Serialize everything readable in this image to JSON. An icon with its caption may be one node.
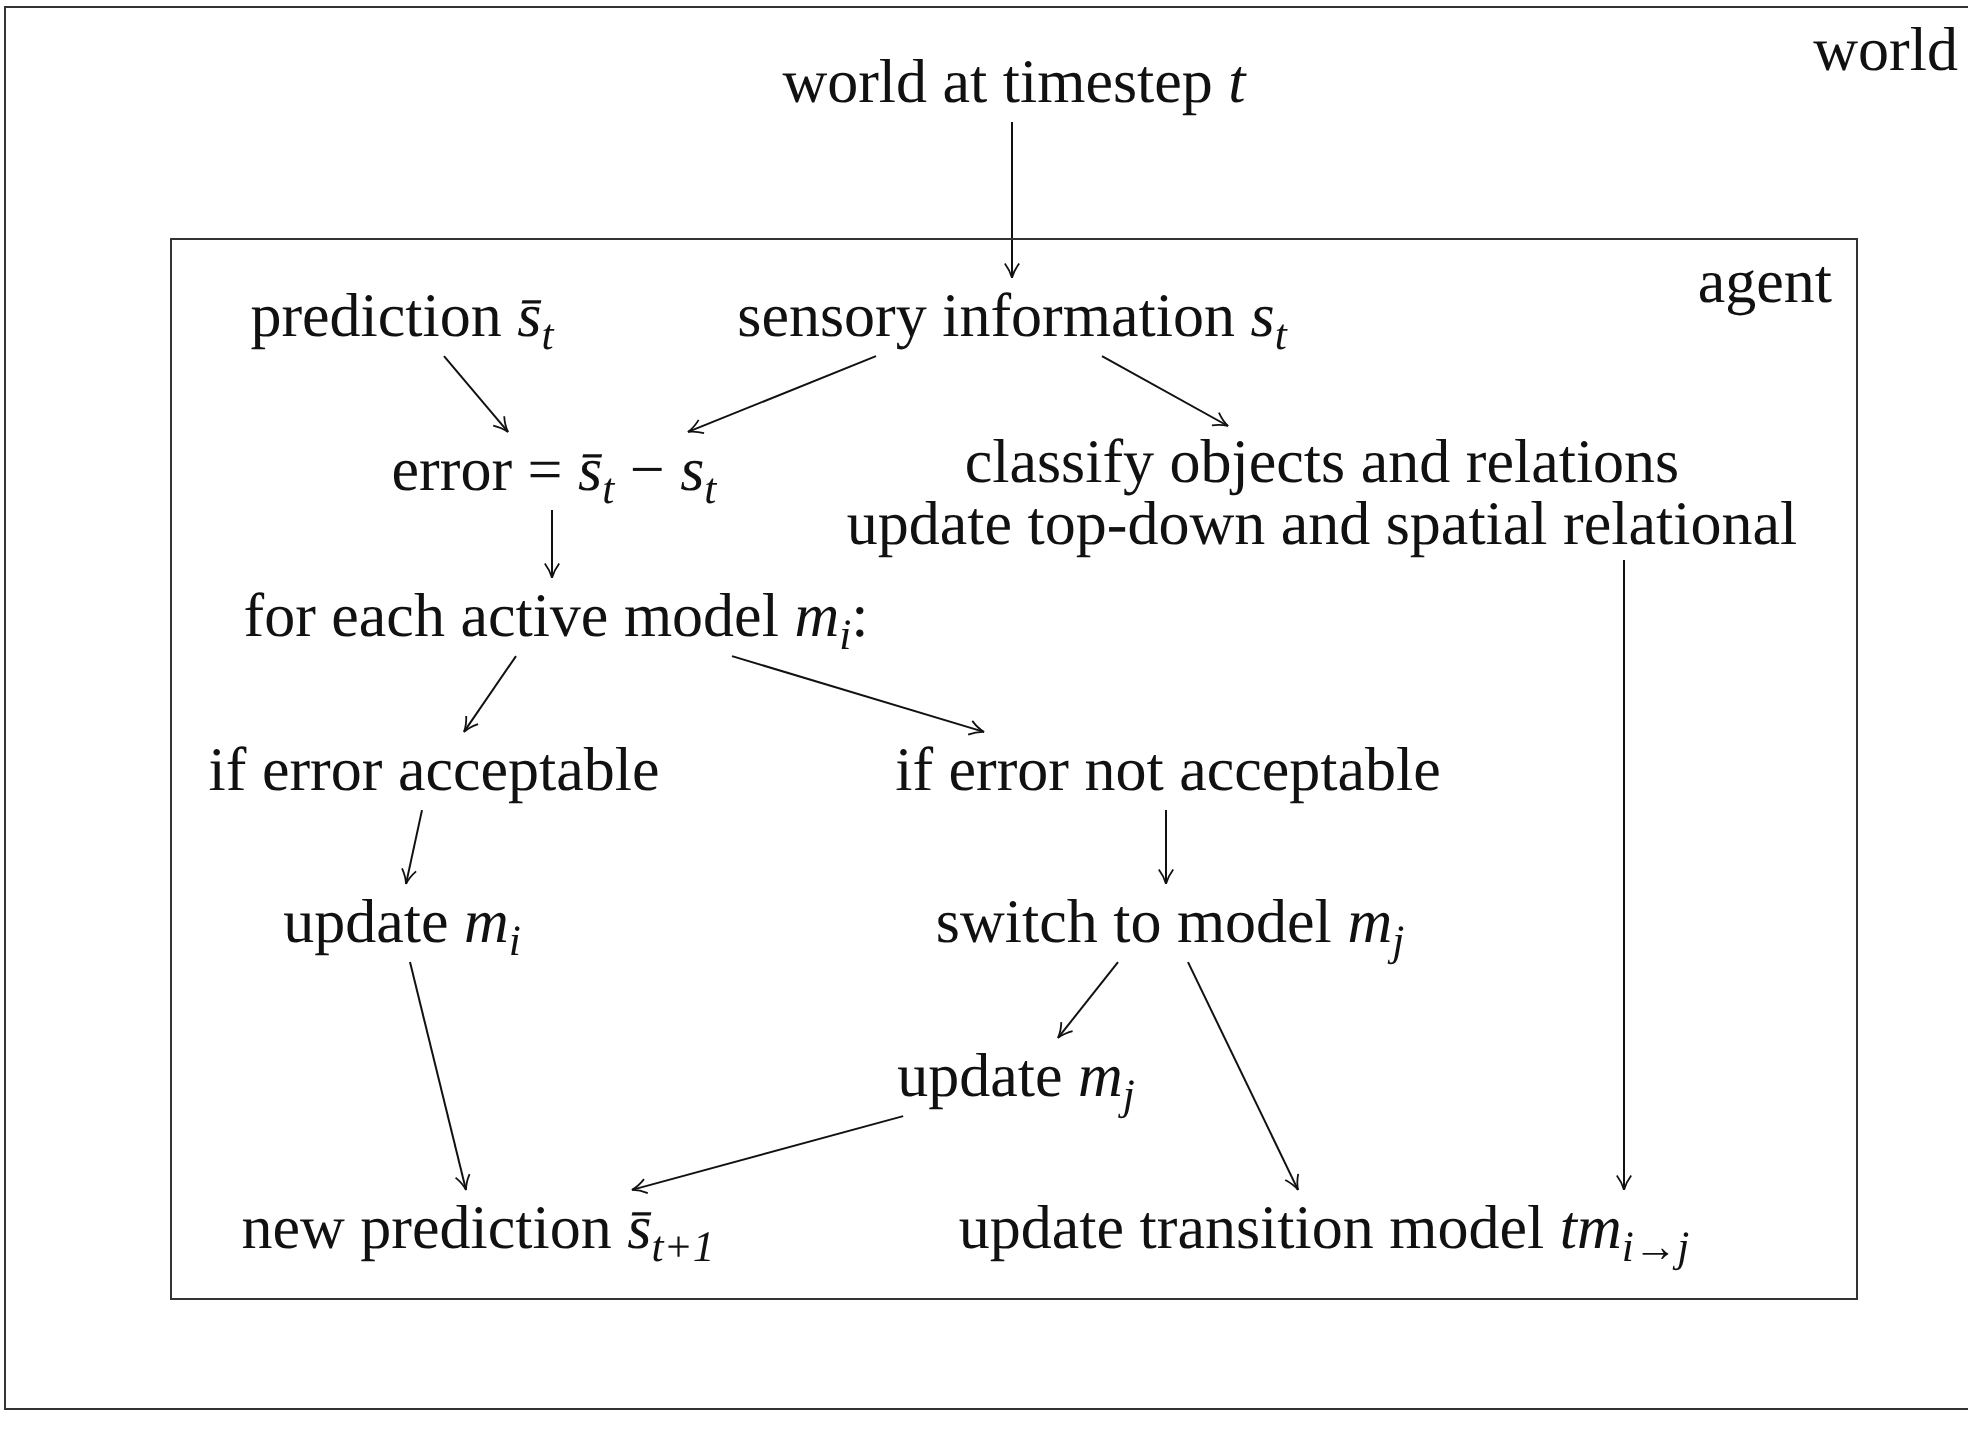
{
  "diagram": {
    "nodes": [
      {
        "text": [
          "world"
        ]
      },
      {
        "text": [
          "agent"
        ],
        "in": 0
      },
      {
        "text": [
          "world at timestep *t*"
        ],
        "in": 0
      },
      {
        "text": [
          "prediction *s̄*$_{t}$"
        ],
        "in": 1
      },
      {
        "text": [
          "sensory information *s*$_{t}$"
        ],
        "in": 1
      },
      {
        "text": [
          "error = *s̄*$_{t}$ − *s*$_{t}$"
        ],
        "in": 1
      },
      {
        "text": [
          "classify objects and relations",
          "update top-down and spatial relational"
        ],
        "in": 1
      },
      {
        "text": [
          "for each active model *m*$_{i}$:"
        ],
        "in": 1
      },
      {
        "text": [
          "if error acceptable"
        ],
        "in": 1
      },
      {
        "text": [
          "if error not acceptable"
        ],
        "in": 1
      },
      {
        "text": [
          "update *m*$_{i}$"
        ],
        "in": 1
      },
      {
        "text": [
          "switch to model *m*$_{j}$"
        ],
        "in": 1
      },
      {
        "text": [
          "update *m*$_{j}$"
        ],
        "in": 1
      },
      {
        "text": [
          "new prediction *s̄*$_{t+1}$"
        ],
        "in": 1
      },
      {
        "text": [
          "update transition model *tm*$_{i→j}$"
        ],
        "in": 1
      }
    ],
    "edges": [
      {
        "from": 2,
        "to": 4,
        "arrow": "to"
      },
      {
        "from": 3,
        "to": 5,
        "arrow": "to"
      },
      {
        "from": 4,
        "to": 5,
        "arrow": "to"
      },
      {
        "from": 4,
        "to": 6,
        "arrow": "to"
      },
      {
        "from": 5,
        "to": 7,
        "arrow": "to"
      },
      {
        "from": 7,
        "to": 8,
        "arrow": "to"
      },
      {
        "from": 7,
        "to": 9,
        "arrow": "to"
      },
      {
        "from": 8,
        "to": 10,
        "arrow": "to"
      },
      {
        "from": 9,
        "to": 11,
        "arrow": "to"
      },
      {
        "from": 11,
        "to": 12,
        "arrow": "to"
      },
      {
        "from": 11,
        "to": 14,
        "arrow": "to"
      },
      {
        "from": 10,
        "to": 13,
        "arrow": "to"
      },
      {
        "from": 12,
        "to": 13,
        "arrow": "to"
      },
      {
        "from": 6,
        "to": 14,
        "arrow": "to"
      }
    ]
  }
}
